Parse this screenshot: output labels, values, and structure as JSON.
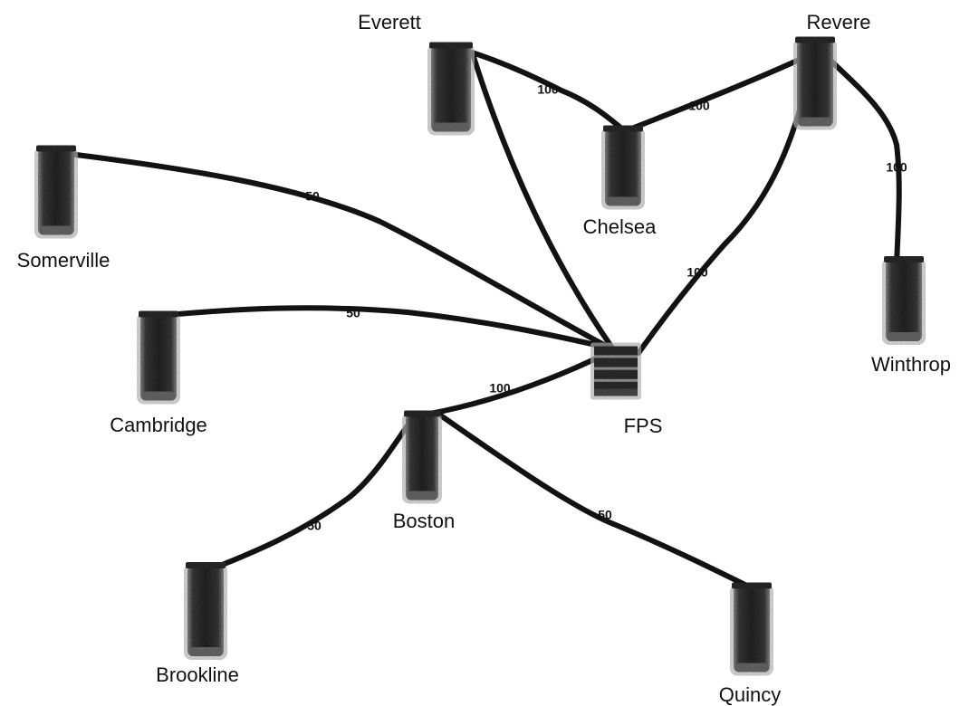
{
  "diagram": {
    "nodes": [
      {
        "id": "everett",
        "label": "Everett",
        "type": "server"
      },
      {
        "id": "revere",
        "label": "Revere",
        "type": "server"
      },
      {
        "id": "chelsea",
        "label": "Chelsea",
        "type": "server"
      },
      {
        "id": "somerville",
        "label": "Somerville",
        "type": "server"
      },
      {
        "id": "winthrop",
        "label": "Winthrop",
        "type": "server"
      },
      {
        "id": "cambridge",
        "label": "Cambridge",
        "type": "server"
      },
      {
        "id": "fps",
        "label": "FPS",
        "type": "hub"
      },
      {
        "id": "boston",
        "label": "Boston",
        "type": "server"
      },
      {
        "id": "brookline",
        "label": "Brookline",
        "type": "server"
      },
      {
        "id": "quincy",
        "label": "Quincy",
        "type": "server"
      }
    ],
    "edges": [
      {
        "id": "everett-chelsea",
        "from": "everett",
        "to": "chelsea",
        "label": "100"
      },
      {
        "id": "chelsea-revere",
        "from": "chelsea",
        "to": "revere",
        "label": "100"
      },
      {
        "id": "revere-winthrop",
        "from": "revere",
        "to": "winthrop",
        "label": "100"
      },
      {
        "id": "everett-fps",
        "from": "everett",
        "to": "fps",
        "label": ""
      },
      {
        "id": "revere-fps",
        "from": "revere",
        "to": "fps",
        "label": "100"
      },
      {
        "id": "somerville-fps",
        "from": "somerville",
        "to": "fps",
        "label": "50"
      },
      {
        "id": "cambridge-fps",
        "from": "cambridge",
        "to": "fps",
        "label": "50"
      },
      {
        "id": "fps-boston",
        "from": "fps",
        "to": "boston",
        "label": "100"
      },
      {
        "id": "boston-brookline",
        "from": "boston",
        "to": "brookline",
        "label": "50"
      },
      {
        "id": "boston-quincy",
        "from": "boston",
        "to": "quincy",
        "label": "50"
      }
    ],
    "colors": {
      "node_fill": "#3a3a3a",
      "node_edge": "#9a9a9a",
      "link": "#121212",
      "text": "#111111",
      "background": "#ffffff"
    }
  }
}
